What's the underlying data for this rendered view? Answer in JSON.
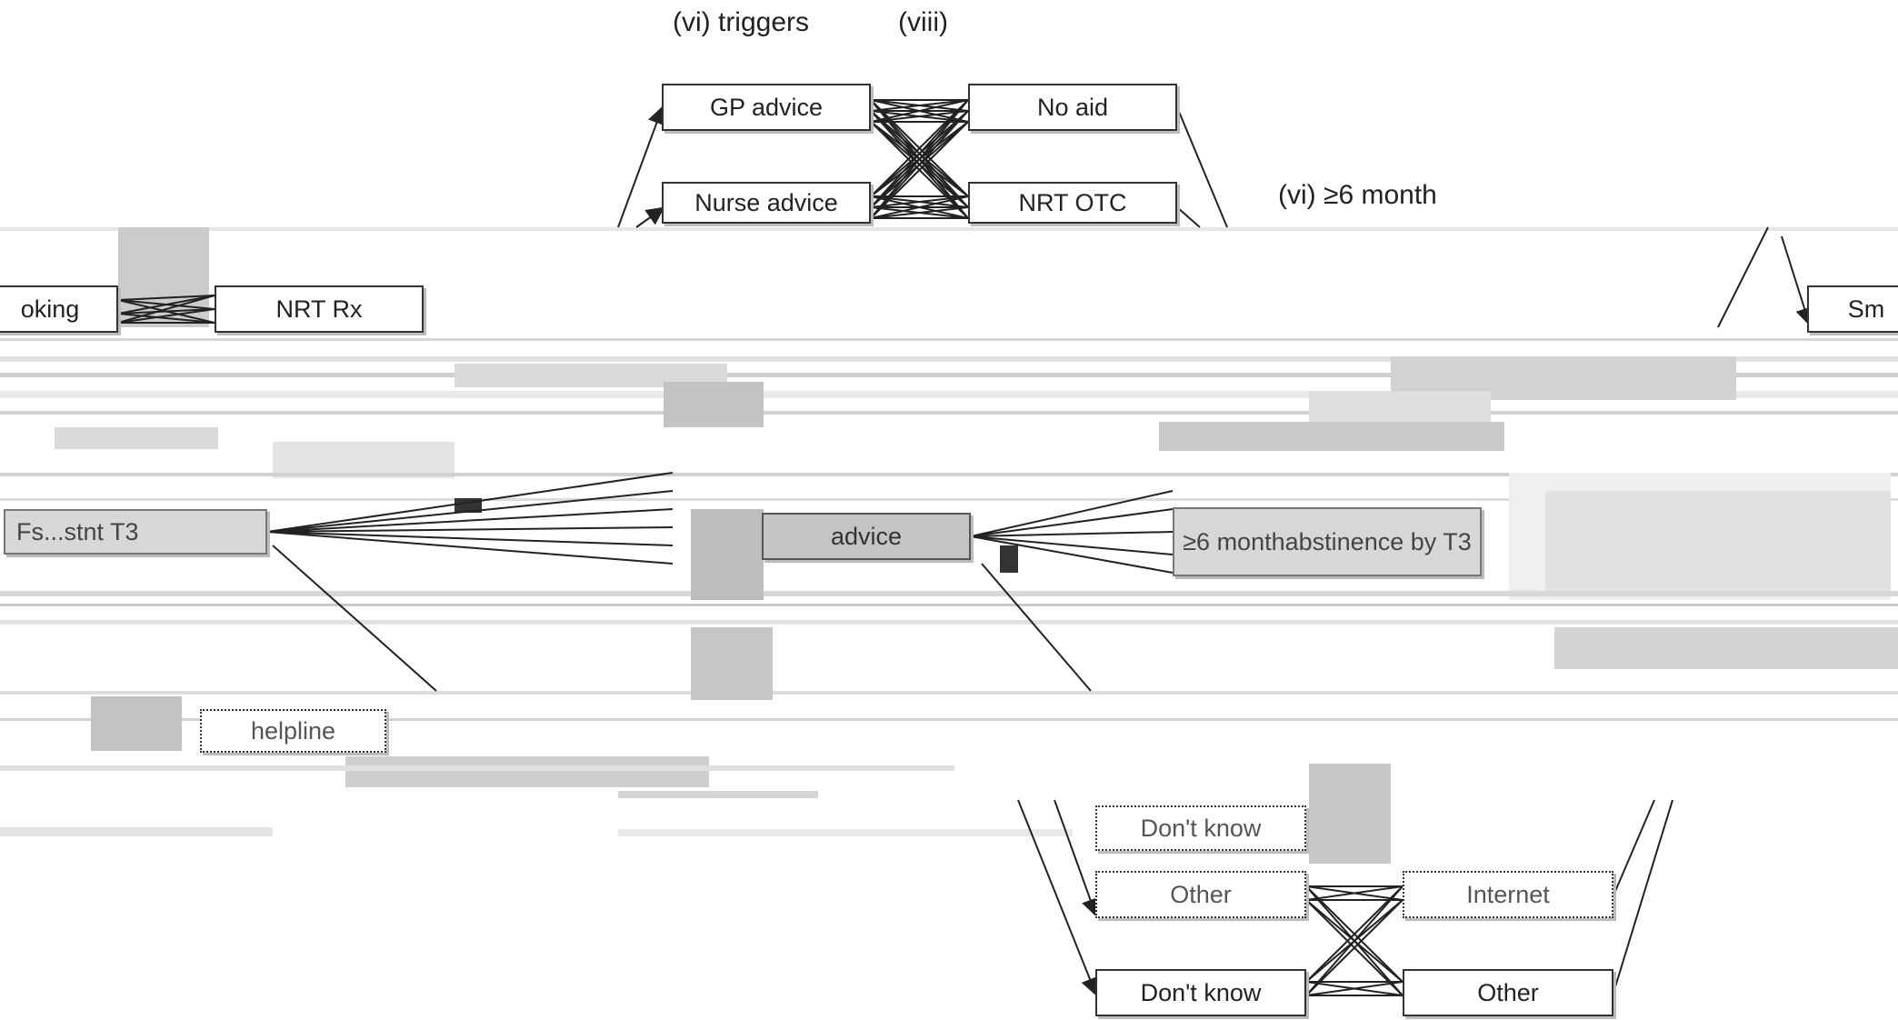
{
  "diagram": {
    "headers": {
      "triggers": "(vi) triggers",
      "viii": "(viii)",
      "six_month": "(vi) ≥6 month"
    },
    "boxes": {
      "gp_advice": "GP advice",
      "no_aid": "No aid",
      "nurse_advice": "Nurse advice",
      "nrt_otc": "NRT OTC",
      "smoking": "oking",
      "nrt_rx": "NRT Rx",
      "sm": "Sm",
      "left_mid": "Fs...stnt T3",
      "mid_box": "advice",
      "sixmonth_line1": "≥6 month",
      "sixmonth_line2": "abstinence by T3",
      "helpline": "helpline",
      "bottom_row1_left": "Don't know",
      "other_left": "Other",
      "internet": "Internet",
      "dont_know": "Don't know",
      "other_right": "Other"
    },
    "colors": {
      "line": "#222222",
      "box_border": "#333333",
      "distortion": "#c8c8c8"
    }
  }
}
